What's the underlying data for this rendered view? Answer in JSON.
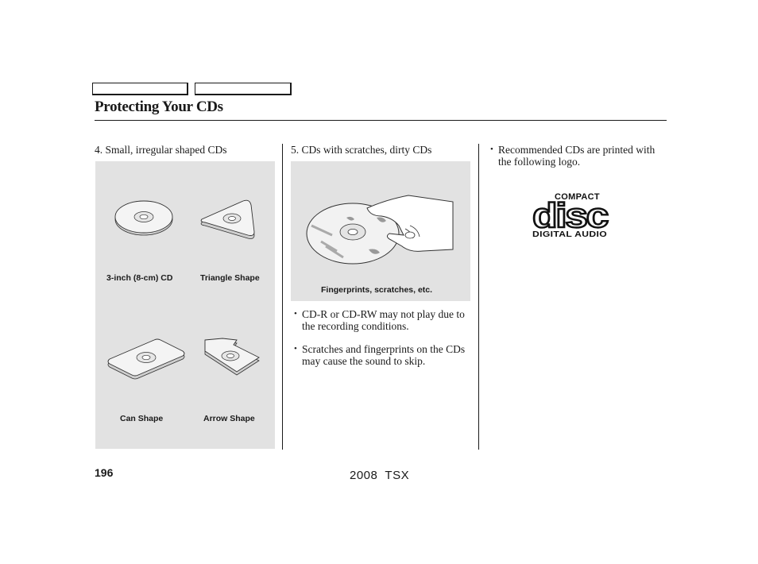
{
  "page": {
    "title": "Protecting Your CDs",
    "page_number": "196",
    "footer": "2008  TSX"
  },
  "column1": {
    "caption": "4. Small, irregular shaped CDs",
    "labels": [
      "3-inch (8-cm) CD",
      "Triangle Shape",
      "Can Shape",
      "Arrow Shape"
    ]
  },
  "column2": {
    "caption": "5. CDs with scratches, dirty CDs",
    "illustration_label": "Fingerprints, scratches, etc.",
    "bullets": [
      "CD-R or CD-RW may not play due to the recording conditions.",
      "Scratches and fingerprints on the CDs may cause the sound to skip."
    ]
  },
  "column3": {
    "bullet": "Recommended CDs are printed with the following logo.",
    "logo": {
      "top": "COMPACT",
      "main": "disc",
      "bottom": "DIGITAL AUDIO"
    }
  }
}
